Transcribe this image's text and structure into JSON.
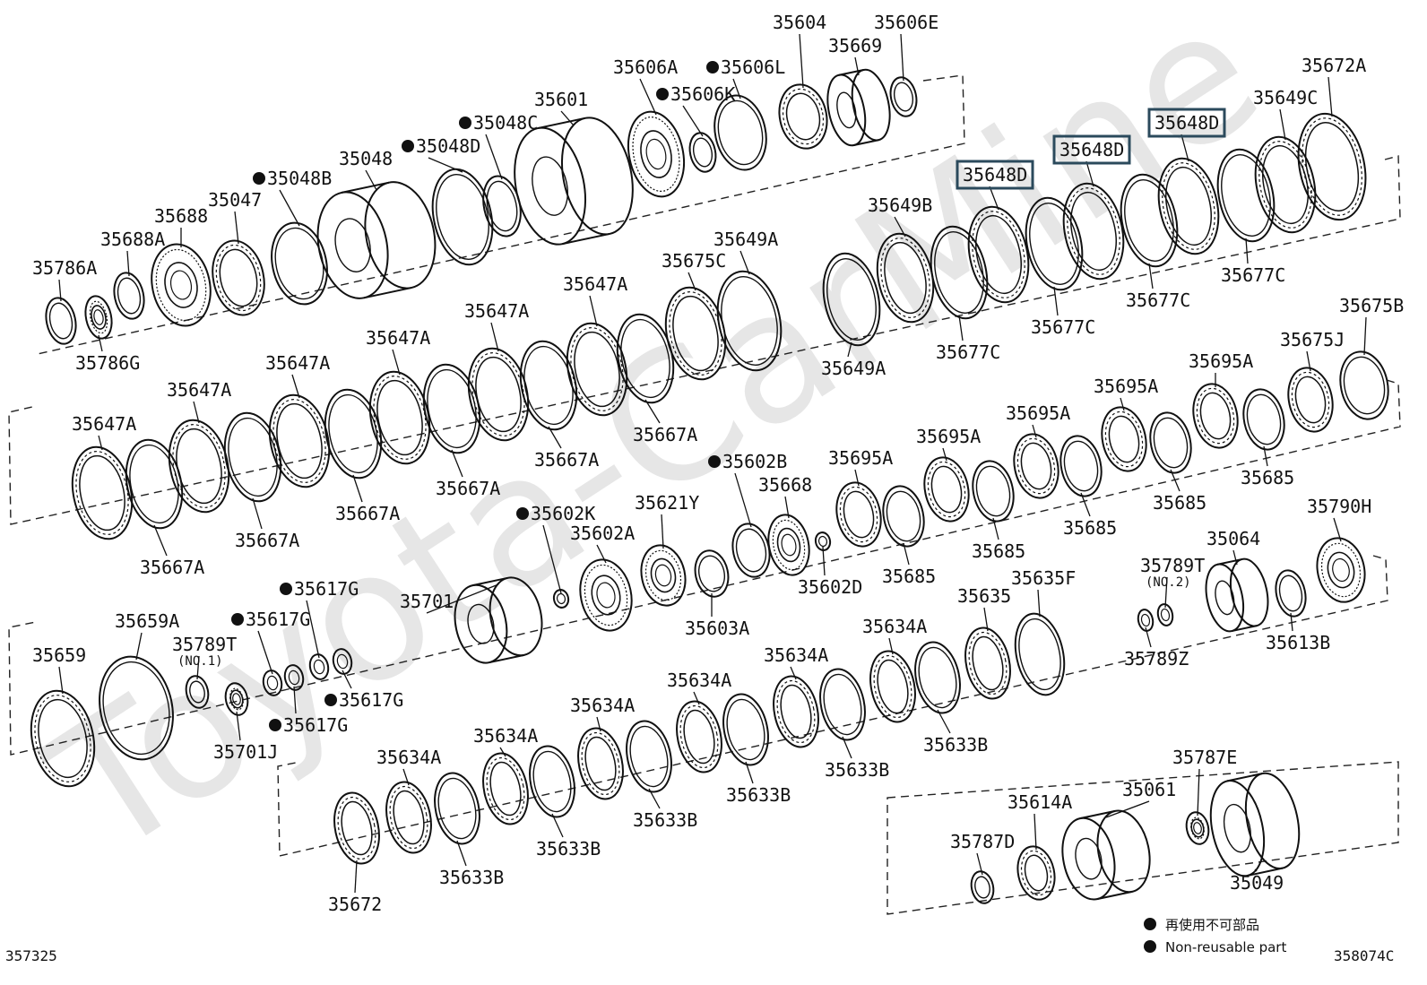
{
  "watermark": "Toyota-CarMine",
  "parts": [
    {
      "id": "p01",
      "label": "35604",
      "marked": false
    },
    {
      "id": "p02",
      "label": "35606E",
      "marked": false
    },
    {
      "id": "p03",
      "label": "35669",
      "marked": false
    },
    {
      "id": "p04",
      "label": "35606L",
      "marked": true
    },
    {
      "id": "p05",
      "label": "35606A",
      "marked": false
    },
    {
      "id": "p06",
      "label": "35606K",
      "marked": true
    },
    {
      "id": "p07",
      "label": "35601",
      "marked": false
    },
    {
      "id": "p08",
      "label": "35048C",
      "marked": true
    },
    {
      "id": "p09",
      "label": "35048D",
      "marked": true
    },
    {
      "id": "p10",
      "label": "35048",
      "marked": false
    },
    {
      "id": "p11",
      "label": "35048B",
      "marked": true
    },
    {
      "id": "p12",
      "label": "35047",
      "marked": false
    },
    {
      "id": "p13",
      "label": "35688",
      "marked": false
    },
    {
      "id": "p14",
      "label": "35688A",
      "marked": false
    },
    {
      "id": "p15",
      "label": "35786A",
      "marked": false
    },
    {
      "id": "p16",
      "label": "35786G",
      "marked": false
    },
    {
      "id": "p17",
      "label": "35672A",
      "marked": false
    },
    {
      "id": "p18",
      "label": "35649C",
      "marked": false
    },
    {
      "id": "p19",
      "label": "35648D",
      "marked": false,
      "highlight": true
    },
    {
      "id": "p20",
      "label": "35648D",
      "marked": false,
      "highlight": true
    },
    {
      "id": "p21",
      "label": "35648D",
      "marked": false,
      "highlight": true
    },
    {
      "id": "p22",
      "label": "35649B",
      "marked": false
    },
    {
      "id": "p23",
      "label": "35677C",
      "marked": false
    },
    {
      "id": "p24",
      "label": "35677C",
      "marked": false
    },
    {
      "id": "p25",
      "label": "35677C",
      "marked": false
    },
    {
      "id": "p26",
      "label": "35677C",
      "marked": false
    },
    {
      "id": "p27",
      "label": "35649A",
      "marked": false
    },
    {
      "id": "p28",
      "label": "35649A",
      "marked": false
    },
    {
      "id": "p29",
      "label": "35675C",
      "marked": false
    },
    {
      "id": "p30",
      "label": "35647A",
      "marked": false
    },
    {
      "id": "p31",
      "label": "35647A",
      "marked": false
    },
    {
      "id": "p32",
      "label": "35647A",
      "marked": false
    },
    {
      "id": "p33",
      "label": "35647A",
      "marked": false
    },
    {
      "id": "p34",
      "label": "35647A",
      "marked": false
    },
    {
      "id": "p35",
      "label": "35647A",
      "marked": false
    },
    {
      "id": "p36",
      "label": "35667A",
      "marked": false
    },
    {
      "id": "p37",
      "label": "35667A",
      "marked": false
    },
    {
      "id": "p38",
      "label": "35667A",
      "marked": false
    },
    {
      "id": "p39",
      "label": "35667A",
      "marked": false
    },
    {
      "id": "p40",
      "label": "35667A",
      "marked": false
    },
    {
      "id": "p41",
      "label": "35667A",
      "marked": false
    },
    {
      "id": "p42",
      "label": "35675B",
      "marked": false
    },
    {
      "id": "p43",
      "label": "35675J",
      "marked": false
    },
    {
      "id": "p44",
      "label": "35695A",
      "marked": false
    },
    {
      "id": "p45",
      "label": "35695A",
      "marked": false
    },
    {
      "id": "p46",
      "label": "35695A",
      "marked": false
    },
    {
      "id": "p47",
      "label": "35695A",
      "marked": false
    },
    {
      "id": "p48",
      "label": "35695A",
      "marked": false
    },
    {
      "id": "p49",
      "label": "35685",
      "marked": false
    },
    {
      "id": "p50",
      "label": "35685",
      "marked": false
    },
    {
      "id": "p51",
      "label": "35685",
      "marked": false
    },
    {
      "id": "p52",
      "label": "35685",
      "marked": false
    },
    {
      "id": "p53",
      "label": "35685",
      "marked": false
    },
    {
      "id": "p54",
      "label": "35602B",
      "marked": true
    },
    {
      "id": "p55",
      "label": "35668",
      "marked": false
    },
    {
      "id": "p56",
      "label": "35621Y",
      "marked": false
    },
    {
      "id": "p57",
      "label": "35602K",
      "marked": true
    },
    {
      "id": "p58",
      "label": "35602A",
      "marked": false
    },
    {
      "id": "p59",
      "label": "35602D",
      "marked": false
    },
    {
      "id": "p60",
      "label": "35603A",
      "marked": false
    },
    {
      "id": "p61",
      "label": "35790H",
      "marked": false
    },
    {
      "id": "p62",
      "label": "35064",
      "marked": false
    },
    {
      "id": "p63",
      "label": "35789T",
      "marked": false,
      "sub": "(NO.2)"
    },
    {
      "id": "p64",
      "label": "35789Z",
      "marked": false
    },
    {
      "id": "p65",
      "label": "35613B",
      "marked": false
    },
    {
      "id": "p66",
      "label": "35635F",
      "marked": false
    },
    {
      "id": "p67",
      "label": "35635",
      "marked": false
    },
    {
      "id": "p68",
      "label": "35634A",
      "marked": false
    },
    {
      "id": "p69",
      "label": "35634A",
      "marked": false
    },
    {
      "id": "p70",
      "label": "35634A",
      "marked": false
    },
    {
      "id": "p71",
      "label": "35634A",
      "marked": false
    },
    {
      "id": "p72",
      "label": "35634A",
      "marked": false
    },
    {
      "id": "p73",
      "label": "35634A",
      "marked": false
    },
    {
      "id": "p74",
      "label": "35633B",
      "marked": false
    },
    {
      "id": "p75",
      "label": "35633B",
      "marked": false
    },
    {
      "id": "p76",
      "label": "35633B",
      "marked": false
    },
    {
      "id": "p77",
      "label": "35633B",
      "marked": false
    },
    {
      "id": "p78",
      "label": "35633B",
      "marked": false
    },
    {
      "id": "p79",
      "label": "35633B",
      "marked": false
    },
    {
      "id": "p80",
      "label": "35672",
      "marked": false
    },
    {
      "id": "p81",
      "label": "35701",
      "marked": false
    },
    {
      "id": "p82",
      "label": "35617G",
      "marked": true
    },
    {
      "id": "p83",
      "label": "35617G",
      "marked": true
    },
    {
      "id": "p84",
      "label": "35617G",
      "marked": true
    },
    {
      "id": "p85",
      "label": "35617G",
      "marked": true
    },
    {
      "id": "p86",
      "label": "35789T",
      "marked": false,
      "sub": "(NO.1)"
    },
    {
      "id": "p87",
      "label": "35701J",
      "marked": false
    },
    {
      "id": "p88",
      "label": "35659A",
      "marked": false
    },
    {
      "id": "p89",
      "label": "35659",
      "marked": false
    },
    {
      "id": "p90",
      "label": "35787E",
      "marked": false
    },
    {
      "id": "p91",
      "label": "35061",
      "marked": false
    },
    {
      "id": "p92",
      "label": "35614A",
      "marked": false
    },
    {
      "id": "p93",
      "label": "35787D",
      "marked": false
    },
    {
      "id": "p94",
      "label": "35049",
      "marked": false
    }
  ],
  "legend": {
    "jp": "再使用不可部品",
    "en": "Non-reusable part"
  },
  "footer": {
    "left": "357325",
    "right": "358074C"
  }
}
